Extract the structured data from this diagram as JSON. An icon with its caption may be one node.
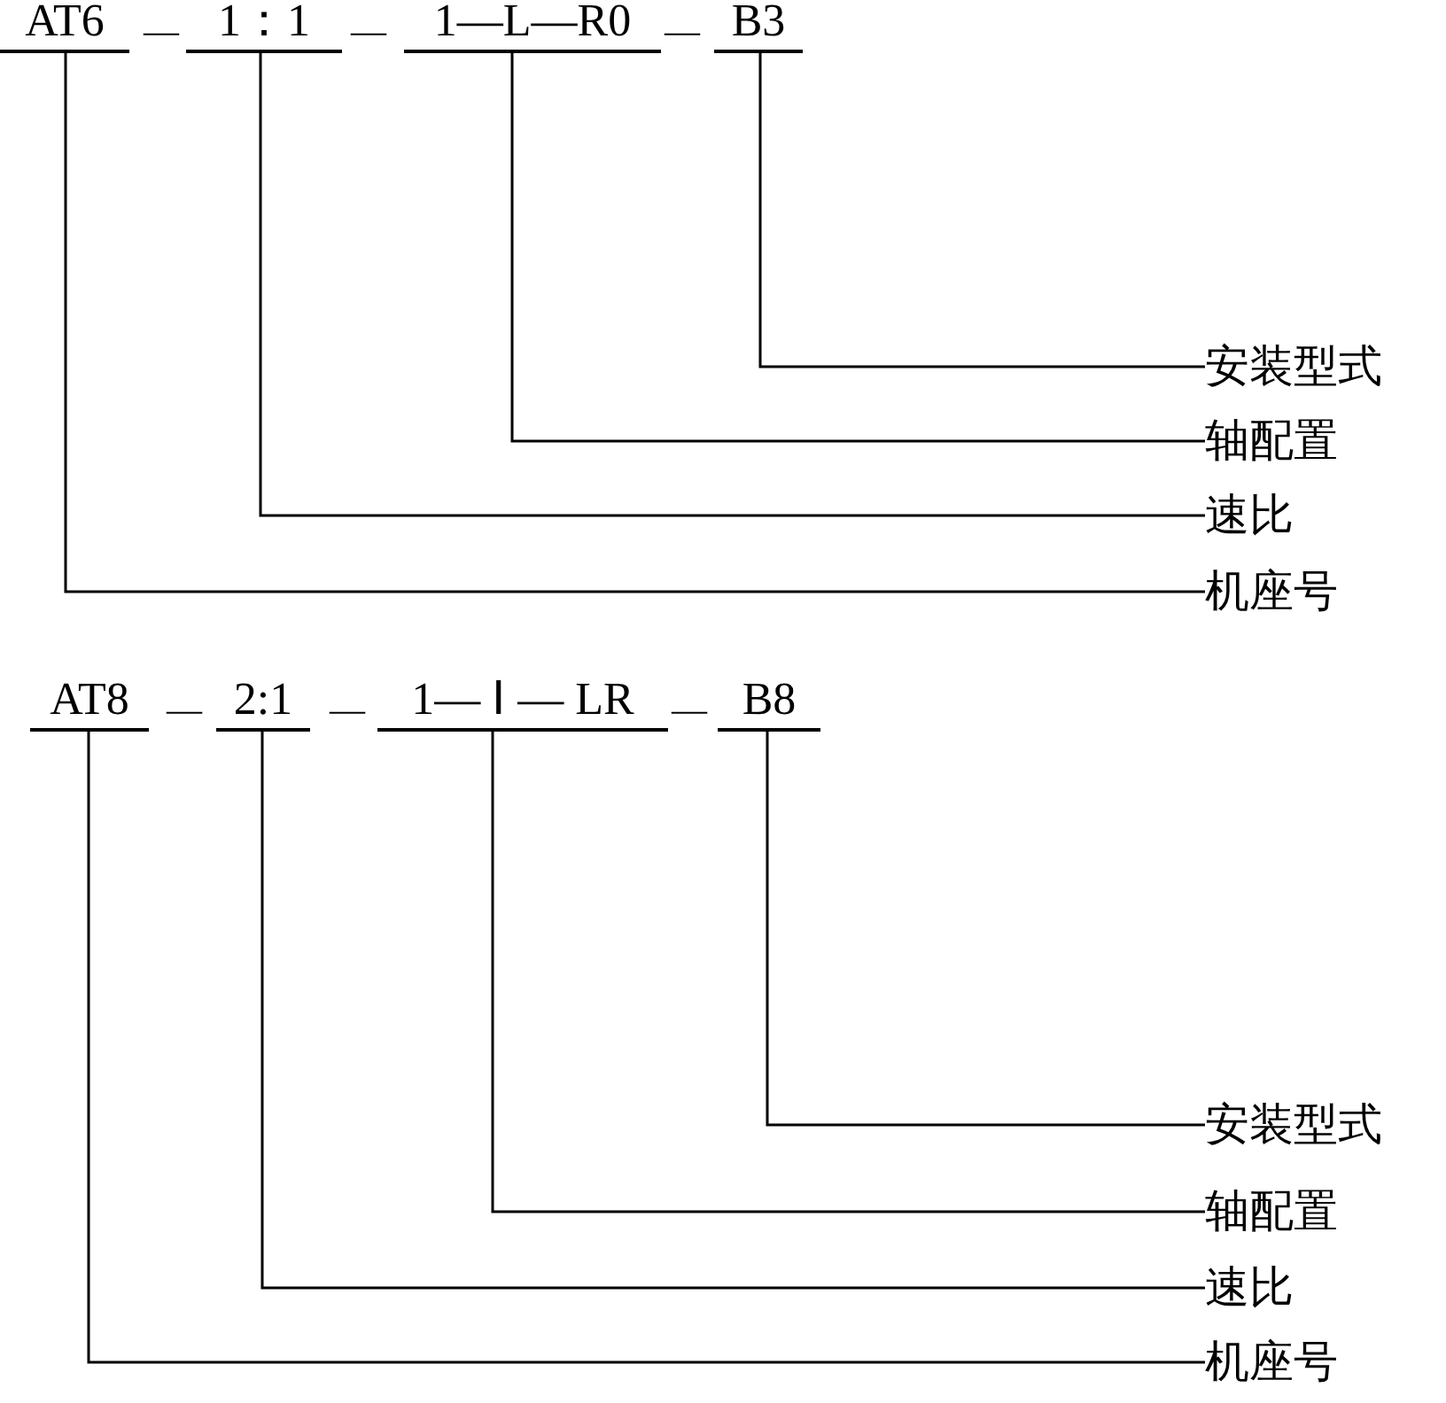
{
  "diagram": {
    "nodes": [
      {
        "text": [
          "AT6"
        ]
      },
      {
        "text": [
          "1：1"
        ]
      },
      {
        "text": [
          "1—L—R0"
        ]
      },
      {
        "text": [
          "B3"
        ]
      },
      {
        "text": [
          "安装型式"
        ]
      },
      {
        "text": [
          "轴配置"
        ]
      },
      {
        "text": [
          "速比"
        ]
      },
      {
        "text": [
          "机座号"
        ]
      },
      {
        "text": [
          "AT8"
        ]
      },
      {
        "text": [
          "2:1"
        ]
      },
      {
        "text": [
          "1— Ⅰ — LR"
        ]
      },
      {
        "text": [
          "B8"
        ]
      },
      {
        "text": [
          "安装型式"
        ]
      },
      {
        "text": [
          "轴配置"
        ]
      },
      {
        "text": [
          "速比"
        ]
      },
      {
        "text": [
          "机座号"
        ]
      }
    ],
    "edges": [
      {
        "from": 3,
        "to": 4,
        "arrow": "none"
      },
      {
        "from": 2,
        "to": 5,
        "arrow": "none"
      },
      {
        "from": 1,
        "to": 6,
        "arrow": "none"
      },
      {
        "from": 0,
        "to": 7,
        "arrow": "none"
      },
      {
        "from": 11,
        "to": 12,
        "arrow": "none"
      },
      {
        "from": 10,
        "to": 13,
        "arrow": "none"
      },
      {
        "from": 9,
        "to": 14,
        "arrow": "none"
      },
      {
        "from": 8,
        "to": 15,
        "arrow": "none"
      }
    ],
    "labels": [
      "—",
      "—",
      "—",
      "—",
      "—",
      "—"
    ]
  }
}
